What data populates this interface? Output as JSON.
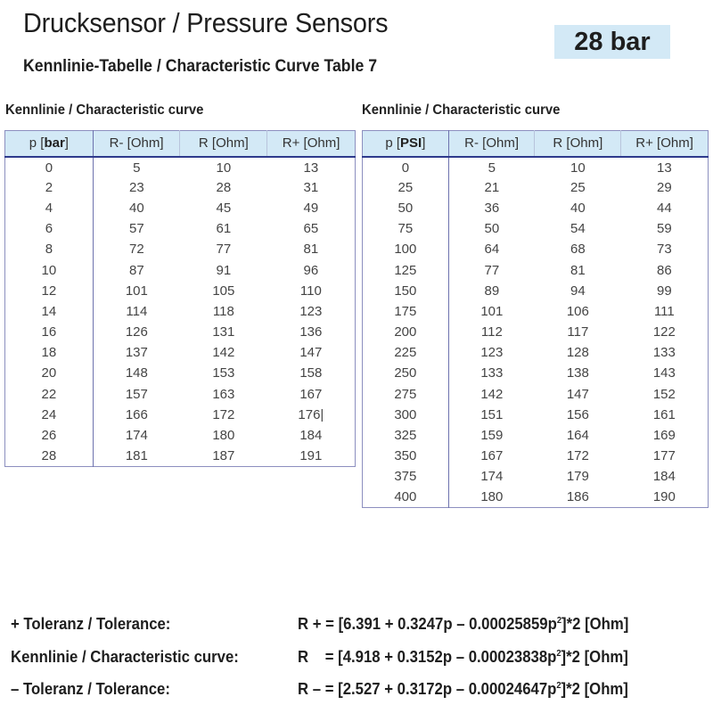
{
  "header": {
    "title": "Drucksensor / Pressure Sensors",
    "subtitle": "Kennlinie-Tabelle / Characteristic Curve Table 7",
    "badge": "28 bar",
    "badge_color": "#d3e9f6"
  },
  "table_bar": {
    "caption": "Kennlinie / Characteristic curve",
    "headers": {
      "p_prefix": "p [",
      "p_unit": "bar",
      "p_suffix": "]",
      "r_minus": "R- [Ohm]",
      "r": "R [Ohm]",
      "r_plus": "R+ [Ohm]"
    },
    "rows": [
      [
        "0",
        "5",
        "10",
        "13"
      ],
      [
        "2",
        "23",
        "28",
        "31"
      ],
      [
        "4",
        "40",
        "45",
        "49"
      ],
      [
        "6",
        "57",
        "61",
        "65"
      ],
      [
        "8",
        "72",
        "77",
        "81"
      ],
      [
        "10",
        "87",
        "91",
        "96"
      ],
      [
        "12",
        "101",
        "105",
        "110"
      ],
      [
        "14",
        "114",
        "118",
        "123"
      ],
      [
        "16",
        "126",
        "131",
        "136"
      ],
      [
        "18",
        "137",
        "142",
        "147"
      ],
      [
        "20",
        "148",
        "153",
        "158"
      ],
      [
        "22",
        "157",
        "163",
        "167"
      ],
      [
        "24",
        "166",
        "172",
        "176|"
      ],
      [
        "26",
        "174",
        "180",
        "184"
      ],
      [
        "28",
        "181",
        "187",
        "191"
      ]
    ]
  },
  "table_psi": {
    "caption": "Kennlinie / Characteristic curve",
    "headers": {
      "p_prefix": "p [",
      "p_unit": "PSI",
      "p_suffix": "]",
      "r_minus": "R- [Ohm]",
      "r": "R [Ohm]",
      "r_plus": "R+ [Ohm]"
    },
    "rows": [
      [
        "0",
        "5",
        "10",
        "13"
      ],
      [
        "25",
        "21",
        "25",
        "29"
      ],
      [
        "50",
        "36",
        "40",
        "44"
      ],
      [
        "75",
        "50",
        "54",
        "59"
      ],
      [
        "100",
        "64",
        "68",
        "73"
      ],
      [
        "125",
        "77",
        "81",
        "86"
      ],
      [
        "150",
        "89",
        "94",
        "99"
      ],
      [
        "175",
        "101",
        "106",
        "111"
      ],
      [
        "200",
        "112",
        "117",
        "122"
      ],
      [
        "225",
        "123",
        "128",
        "133"
      ],
      [
        "250",
        "133",
        "138",
        "143"
      ],
      [
        "275",
        "142",
        "147",
        "152"
      ],
      [
        "300",
        "151",
        "156",
        "161"
      ],
      [
        "325",
        "159",
        "164",
        "169"
      ],
      [
        "350",
        "167",
        "172",
        "177"
      ],
      [
        "375",
        "174",
        "179",
        "184"
      ],
      [
        "400",
        "180",
        "186",
        "190"
      ]
    ]
  },
  "formulas": [
    {
      "label": "+ Toleranz / Tolerance:",
      "eq_main": "R + = [6.391 + 0.3247p – 0.00025859p",
      "eq_sup": "2",
      "eq_tail": "]*2 [Ohm]"
    },
    {
      "label": "Kennlinie / Characteristic curve:",
      "eq_main": "R    = [4.918 + 0.3152p – 0.00023838p",
      "eq_sup": "2",
      "eq_tail": "]*2 [Ohm]"
    },
    {
      "label": "– Toleranz / Tolerance:",
      "eq_main": "R – = [2.527 + 0.3172p – 0.00024647p",
      "eq_sup": "2",
      "eq_tail": "]*2 [Ohm]"
    }
  ]
}
